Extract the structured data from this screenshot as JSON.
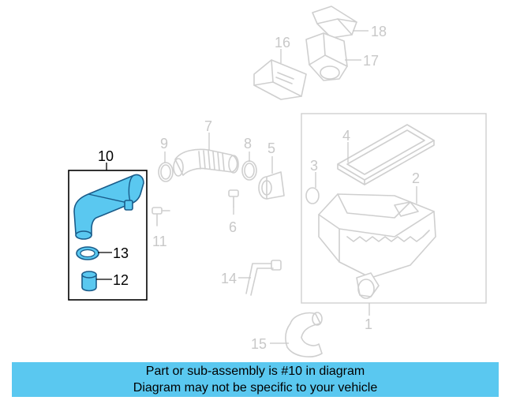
{
  "labels": {
    "p1": "1",
    "p2": "2",
    "p3": "3",
    "p4": "4",
    "p5": "5",
    "p6": "6",
    "p7": "7",
    "p8": "8",
    "p9": "9",
    "p10": "10",
    "p11": "11",
    "p12": "12",
    "p13": "13",
    "p14": "14",
    "p15": "15",
    "p16": "16",
    "p17": "17",
    "p18": "18"
  },
  "highlight_part": "10",
  "colors": {
    "banner": "#5ac8f0",
    "highlight_fill": "#5ac8f0",
    "highlight_stroke": "#1a5c8a",
    "inactive": "#c8c8c8"
  },
  "footer": {
    "line1": "Part or sub-assembly is #10 in diagram",
    "line2": "Diagram may not be specific to your vehicle"
  }
}
